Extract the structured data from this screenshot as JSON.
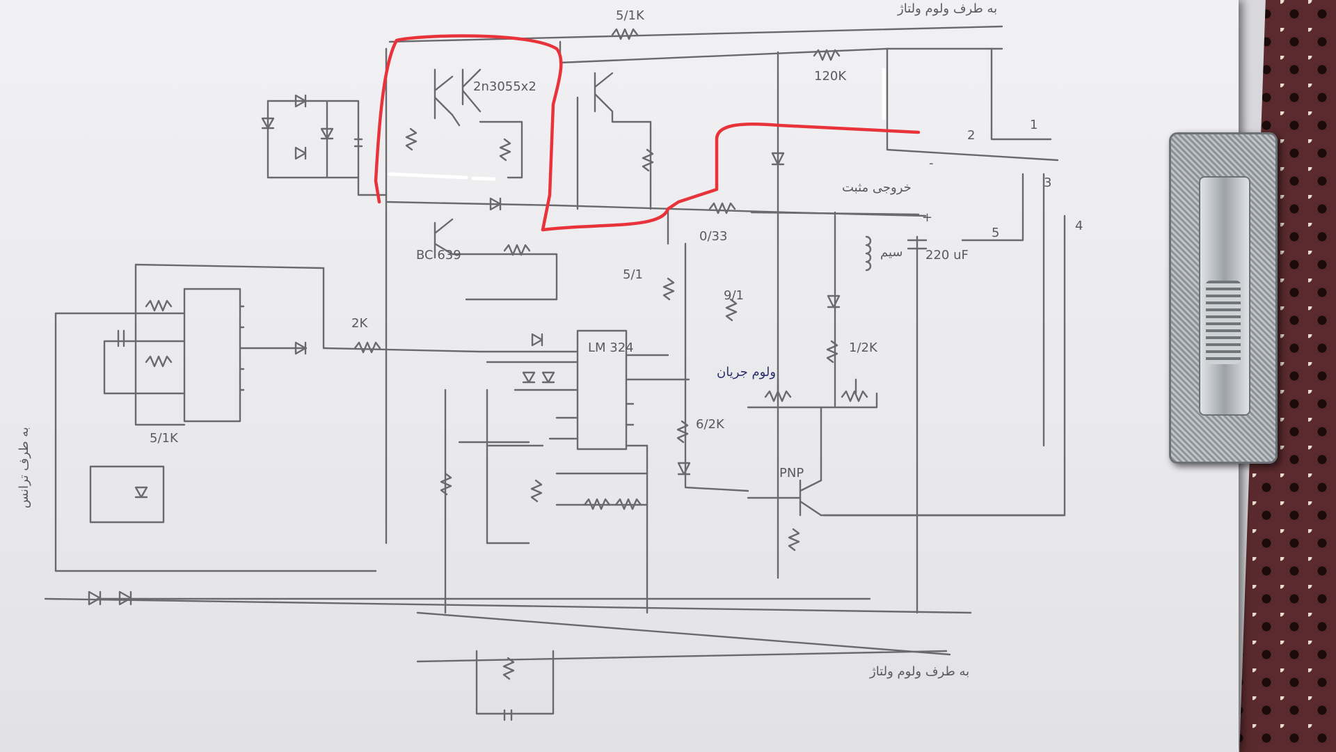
{
  "components": {
    "transistor_pair": "2n3055x2",
    "ic": "LM 324",
    "transistor_pnp": "PNP",
    "transistor_bc": "BC 639",
    "capacitor": "220 uF",
    "r_top": "5/1K",
    "r_120k": "120K",
    "r_2k": "2K",
    "r_033": "0/33",
    "r_51": "5/1",
    "r_91": "9/1",
    "r_12k": "1/2K",
    "r_62k": "6/2K",
    "r_51k": "5/1K"
  },
  "annotations": {
    "to_volt_pot_top": "به طرف ولوم ولتاژ",
    "to_volt_pot_bottom": "به طرف ولوم ولتاژ",
    "positive_output": "خروجی مثبت",
    "current_pot": "ولوم جریان",
    "wire": "سیم",
    "to_switch": "به طرف ترانس",
    "plus": "+",
    "minus": "-"
  },
  "connectors": {
    "n1": "1",
    "n2": "2",
    "n3": "3",
    "n4": "4",
    "n5": "5"
  },
  "colors": {
    "ink": "#6a6a6e",
    "highlight_red": "#e8333a",
    "correction_white": "#ffffff",
    "pen_blue": "#2b2f6b"
  }
}
